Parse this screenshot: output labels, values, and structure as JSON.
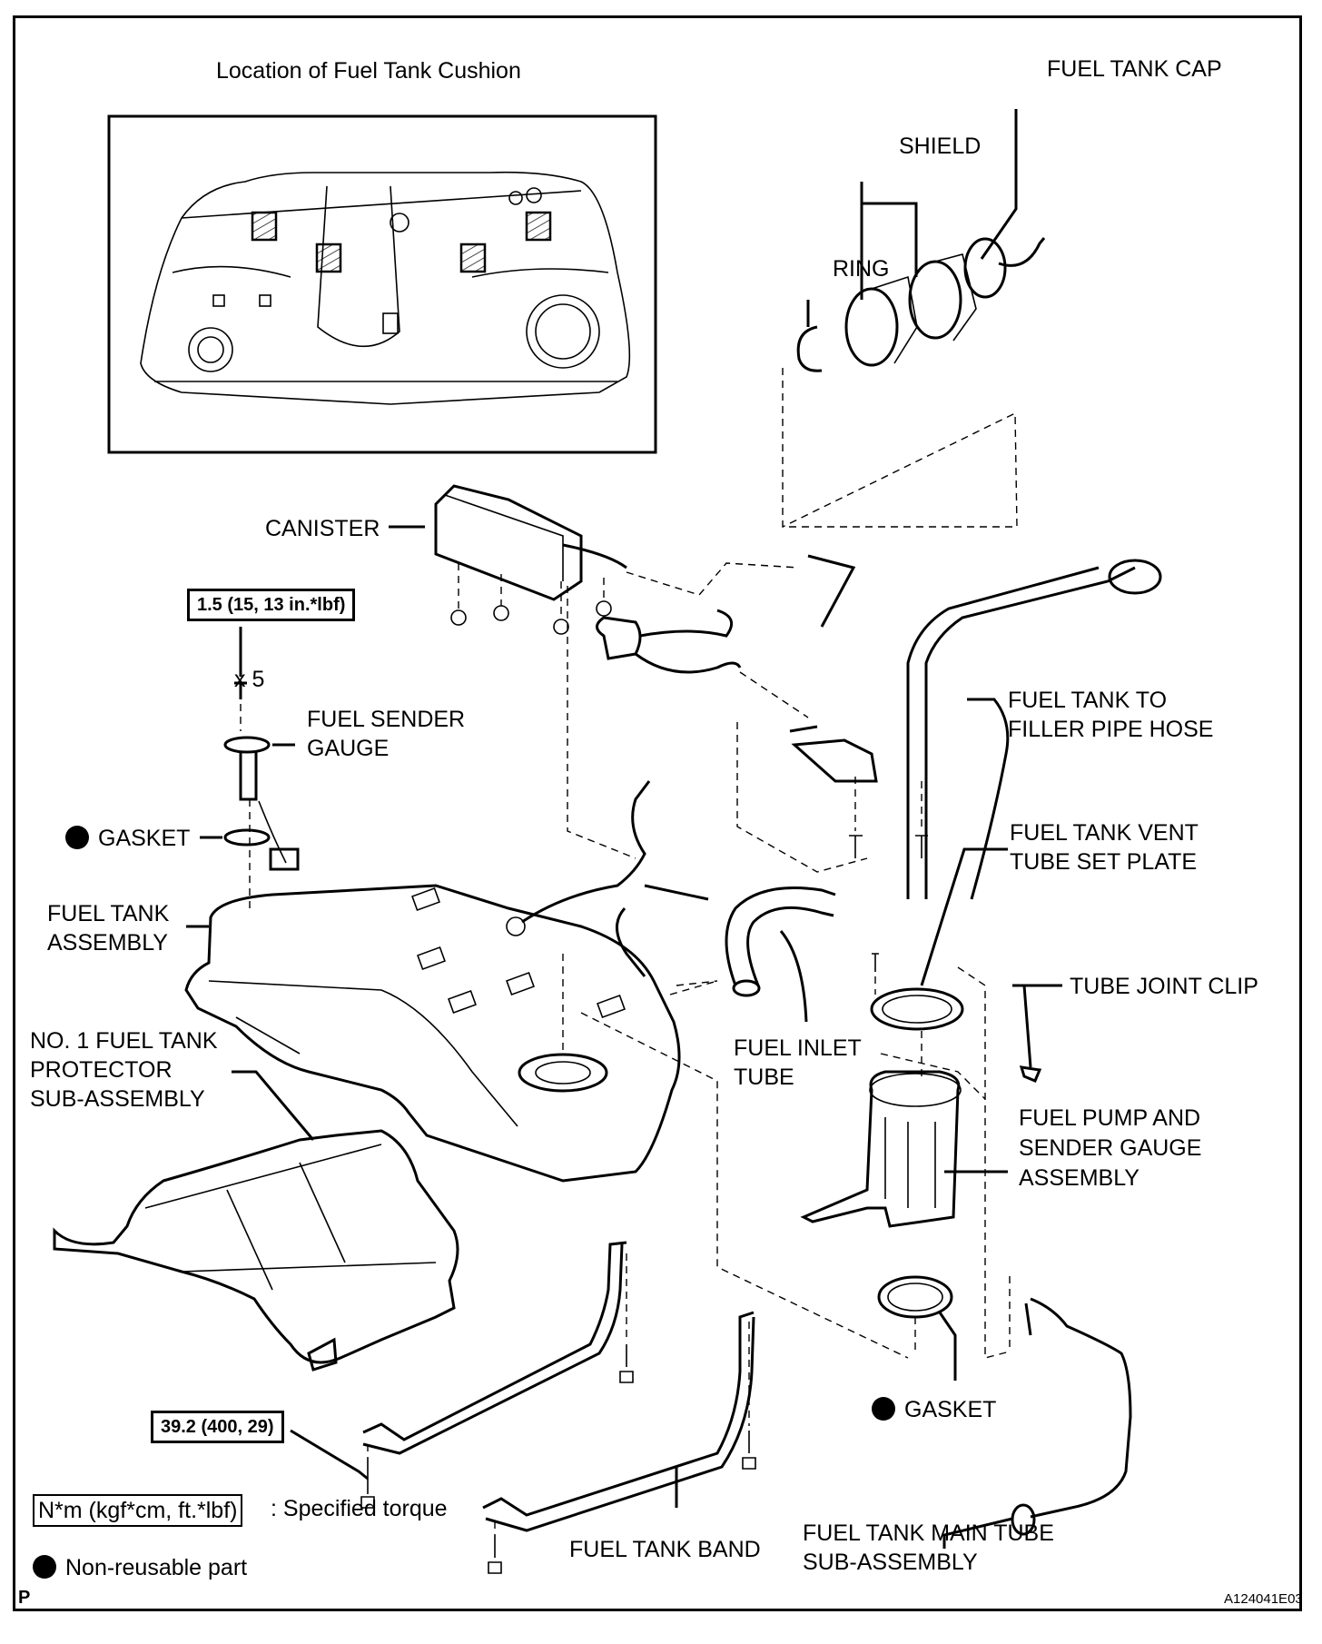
{
  "title": "Location of Fuel Tank Cushion",
  "labels": {
    "fuel_tank_cap": "FUEL TANK CAP",
    "shield": "SHIELD",
    "ring": "RING",
    "canister": "CANISTER",
    "fuel_sender_gauge_line1": "FUEL SENDER",
    "fuel_sender_gauge_line2": "GAUGE",
    "gasket_top": "GASKET",
    "fuel_tank_assembly_line1": "FUEL TANK",
    "fuel_tank_assembly_line2": "ASSEMBLY",
    "protector_line1": "NO. 1 FUEL TANK",
    "protector_line2": "PROTECTOR",
    "protector_line3": "SUB-ASSEMBLY",
    "filler_hose_line1": "FUEL TANK TO",
    "filler_hose_line2": "FILLER PIPE HOSE",
    "vent_plate_line1": "FUEL TANK VENT",
    "vent_plate_line2": "TUBE SET PLATE",
    "tube_joint_clip": "TUBE JOINT CLIP",
    "fuel_inlet_tube_line1": "FUEL INLET",
    "fuel_inlet_tube_line2": "TUBE",
    "fuel_pump_line1": "FUEL PUMP AND",
    "fuel_pump_line2": "SENDER GAUGE",
    "fuel_pump_line3": "ASSEMBLY",
    "gasket_bottom": "GASKET",
    "fuel_tank_band": "FUEL TANK BAND",
    "main_tube_line1": "FUEL TANK MAIN TUBE",
    "main_tube_line2": "SUB-ASSEMBLY",
    "screw_qty": "x 5"
  },
  "torque_specs": {
    "sender_gauge_screw": "1.5 (15, 13 in.*lbf)",
    "band_bolt": "39.2 (400, 29)"
  },
  "legend": {
    "torque_units": "N*m (kgf*cm, ft.*lbf)",
    "torque_desc": ": Specified torque",
    "non_reusable": "Non-reusable part"
  },
  "corner_mark": "P",
  "figure_id": "A124041E03",
  "icons": {
    "non_reusable": "filled-circle-icon"
  }
}
